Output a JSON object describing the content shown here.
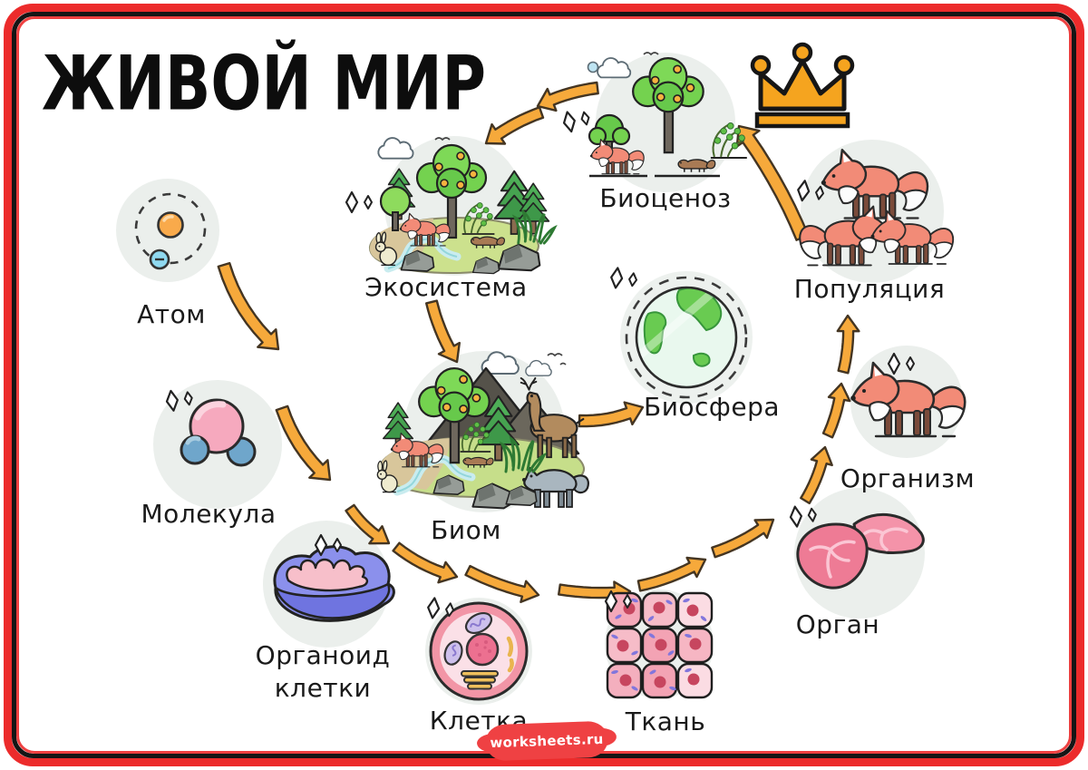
{
  "title": "ЖИВОЙ МИР",
  "watermark": "worksheets.ru",
  "colors": {
    "arrow": "#F6A93B",
    "frame_red": "#EC2B2B",
    "frame_black": "#151515",
    "circle_bg": "#EBEFEC",
    "crown_gold": "#F5A41F",
    "watermark_red": "#EF4143"
  },
  "nodes": {
    "atom": {
      "label": "Атом",
      "icon": "atom-icon"
    },
    "molecule": {
      "label": "Молекула",
      "icon": "molecule-icon"
    },
    "organelle": {
      "label": "Органоид",
      "label2": "клетки",
      "icon": "mitochondria-icon"
    },
    "cell": {
      "label": "Клетка",
      "icon": "cell-icon"
    },
    "tissue": {
      "label": "Ткань",
      "icon": "tissue-icon"
    },
    "organ": {
      "label": "Орган",
      "icon": "liver-icon"
    },
    "organism": {
      "label": "Организм",
      "icon": "fox-icon"
    },
    "population": {
      "label": "Популяция",
      "icon": "three-foxes-icon"
    },
    "biocenosis": {
      "label": "Биоценоз",
      "icon": "forest-community-icon"
    },
    "ecosystem": {
      "label": "Экосистема",
      "icon": "ecosystem-landscape-icon"
    },
    "biome": {
      "label": "Биом",
      "icon": "biome-landscape-icon"
    },
    "biosphere": {
      "label": "Биосфера",
      "icon": "earth-globe-icon"
    }
  },
  "hierarchy_order": [
    "Атом",
    "Молекула",
    "Органоид клетки",
    "Клетка",
    "Ткань",
    "Орган",
    "Организм",
    "Популяция",
    "Биоценоз",
    "Экосистема",
    "Биом",
    "Биосфера"
  ],
  "connections": [
    {
      "from": "atom",
      "to": "molecule"
    },
    {
      "from": "molecule",
      "to": "organelle"
    },
    {
      "from": "organelle",
      "to": "cell"
    },
    {
      "from": "cell",
      "to": "tissue"
    },
    {
      "from": "tissue",
      "to": "organ"
    },
    {
      "from": "organ",
      "to": "organism"
    },
    {
      "from": "organism",
      "to": "population"
    },
    {
      "from": "population",
      "to": "biocenosis"
    },
    {
      "from": "biocenosis",
      "to": "ecosystem"
    },
    {
      "from": "ecosystem",
      "to": "biome"
    },
    {
      "from": "biome",
      "to": "biosphere"
    }
  ],
  "decorations": {
    "crown": "crown-icon",
    "sparkles": "sparkle-icon"
  }
}
